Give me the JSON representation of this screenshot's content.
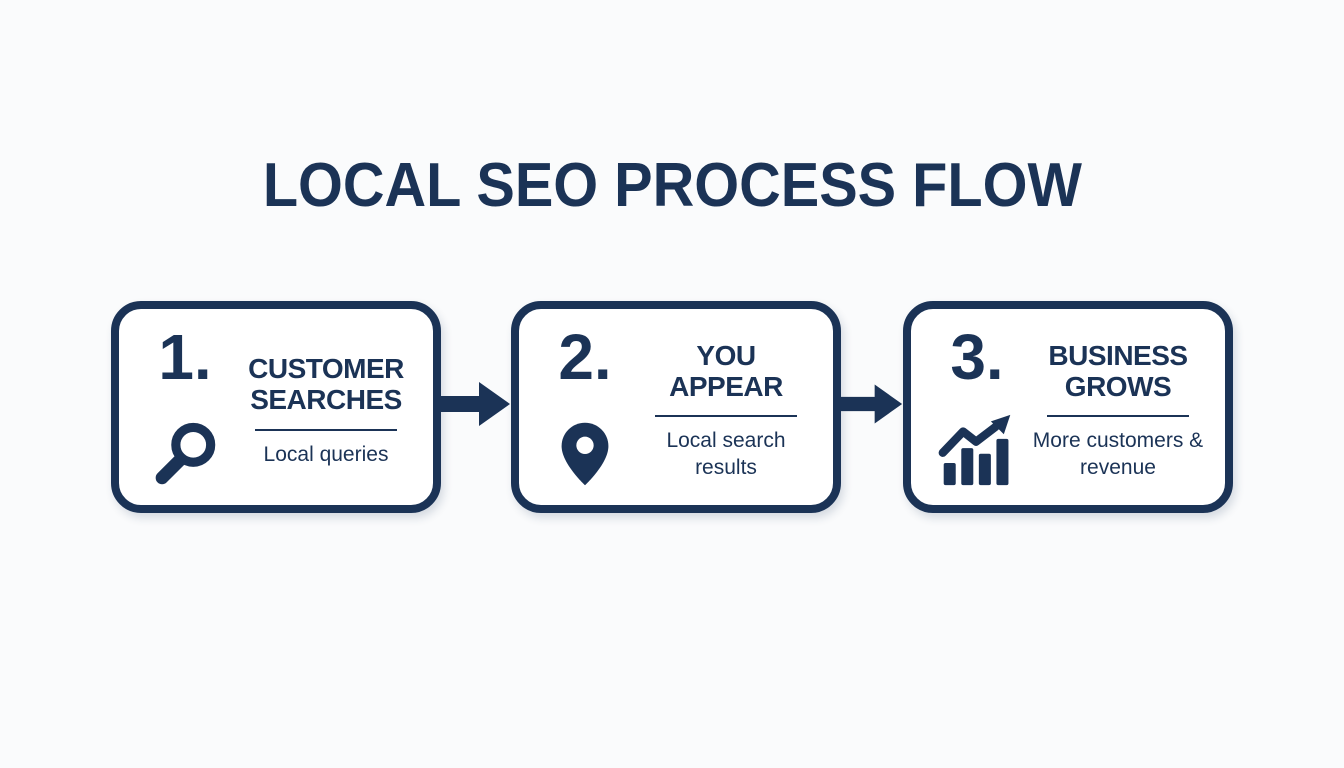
{
  "colors": {
    "navy": "#1b3356",
    "bg": "#fafbfc",
    "card": "#ffffff"
  },
  "title": "LOCAL SEO PROCESS FLOW",
  "steps": [
    {
      "number": "1.",
      "title_line1": "CUSTOMER",
      "title_line2": "SEARCHES",
      "subtitle": "Local queries",
      "icon": "magnifier-icon"
    },
    {
      "number": "2.",
      "title_line1": "YOU",
      "title_line2": "APPEAR",
      "subtitle": "Local search results",
      "icon": "location-pin-icon"
    },
    {
      "number": "3.",
      "title_line1": "BUSINESS",
      "title_line2": "GROWS",
      "subtitle": "More customers & revenue",
      "icon": "growth-chart-icon"
    }
  ],
  "connectors": [
    "arrow-right",
    "arrow-right"
  ]
}
